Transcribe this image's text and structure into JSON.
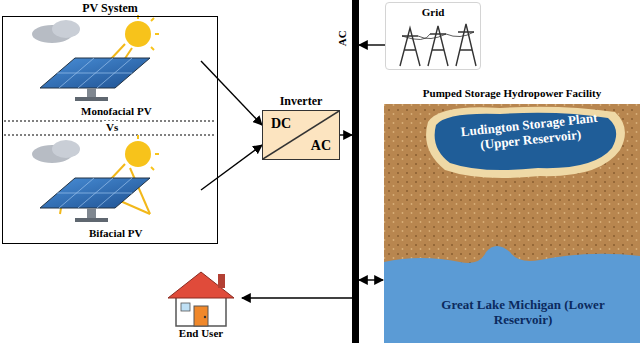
{
  "diagram": {
    "nodes": [
      {
        "text": [
          "PV System"
        ]
      },
      {
        "text": [
          "Monofacial PV"
        ],
        "in": 0
      },
      {
        "text": [
          "Bifacial PV"
        ],
        "in": 0
      },
      {
        "text": [
          "Inverter",
          "DC",
          "AC"
        ]
      },
      {
        "text": [
          "AC"
        ]
      },
      {
        "text": [
          "Grid"
        ]
      },
      {
        "text": [
          "Pumped Storage Hydropower Facility"
        ]
      },
      {
        "text": [
          "Ludington Storage Plant (Upper Reservoir)"
        ],
        "in": 6
      },
      {
        "text": [
          "Great Lake Michigan (Lower Reservoir)"
        ],
        "in": 6
      },
      {
        "text": [
          "End User"
        ]
      }
    ],
    "edges": [
      {
        "from": 1,
        "to": 3,
        "arrow": "to"
      },
      {
        "from": 2,
        "to": 3,
        "arrow": "to"
      },
      {
        "from": 3,
        "to": 4,
        "arrow": "to"
      },
      {
        "from": 5,
        "to": 4,
        "arrow": "to"
      },
      {
        "from": 4,
        "to": 6,
        "arrow": "both"
      },
      {
        "from": 4,
        "to": 9,
        "arrow": "to"
      }
    ],
    "labels": [
      "Vs"
    ]
  }
}
